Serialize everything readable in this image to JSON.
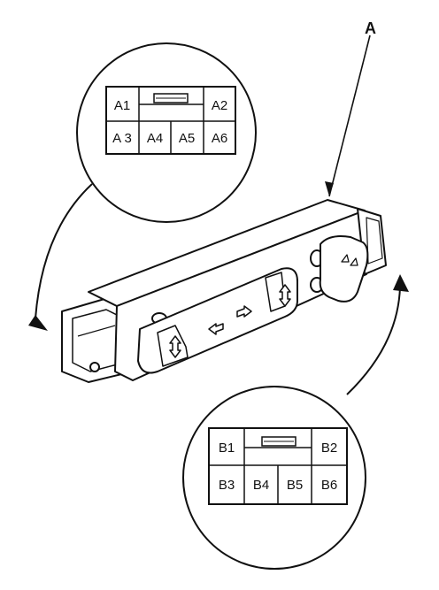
{
  "callout": {
    "label": "A"
  },
  "connector_a": {
    "top_row": [
      "A1",
      "A2"
    ],
    "bottom_row": [
      "A 3",
      "A4",
      "A5",
      "A6"
    ]
  },
  "connector_b": {
    "top_row": [
      "B1",
      "B2"
    ],
    "bottom_row": [
      "B3",
      "B4",
      "B5",
      "B6"
    ]
  }
}
